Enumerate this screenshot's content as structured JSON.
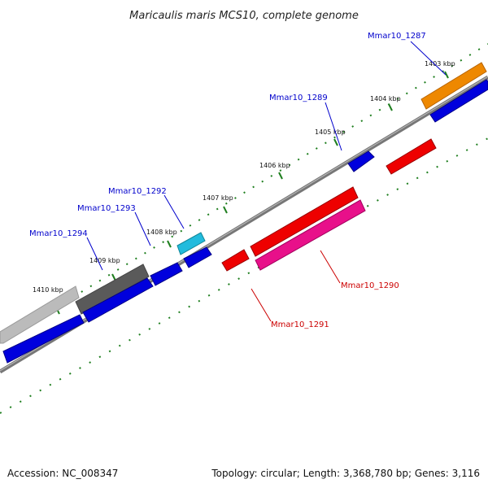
{
  "title": "Maricaulis maris MCS10, complete genome",
  "footer": {
    "accession": "Accession: NC_008347",
    "summary": "Topology: circular; Length: 3,368,780 bp; Genes: 3,116"
  },
  "scale_ticks": [
    "1403 kbp",
    "1404 kbp",
    "1405 kbp",
    "1406 kbp",
    "1407 kbp",
    "1408 kbp",
    "1409 kbp",
    "1410 kbp"
  ],
  "gene_labels": {
    "forward": [
      "Mmar10_1287",
      "Mmar10_1289",
      "Mmar10_1292",
      "Mmar10_1293",
      "Mmar10_1294"
    ],
    "reverse": [
      "Mmar10_1290",
      "Mmar10_1291"
    ]
  },
  "colors": {
    "forward_label": "#0000cc",
    "reverse_label": "#cc0000",
    "blue_gene": "#0000dd",
    "red_gene": "#ee0000",
    "magenta_gene": "#e8108a",
    "orange_gene": "#ee8800",
    "cyan_gene": "#22bbdd",
    "dark_gray_gene": "#606060",
    "light_gray_gene": "#bbbbbb",
    "backbone": "#888888",
    "tick": "#1f7f1f"
  }
}
